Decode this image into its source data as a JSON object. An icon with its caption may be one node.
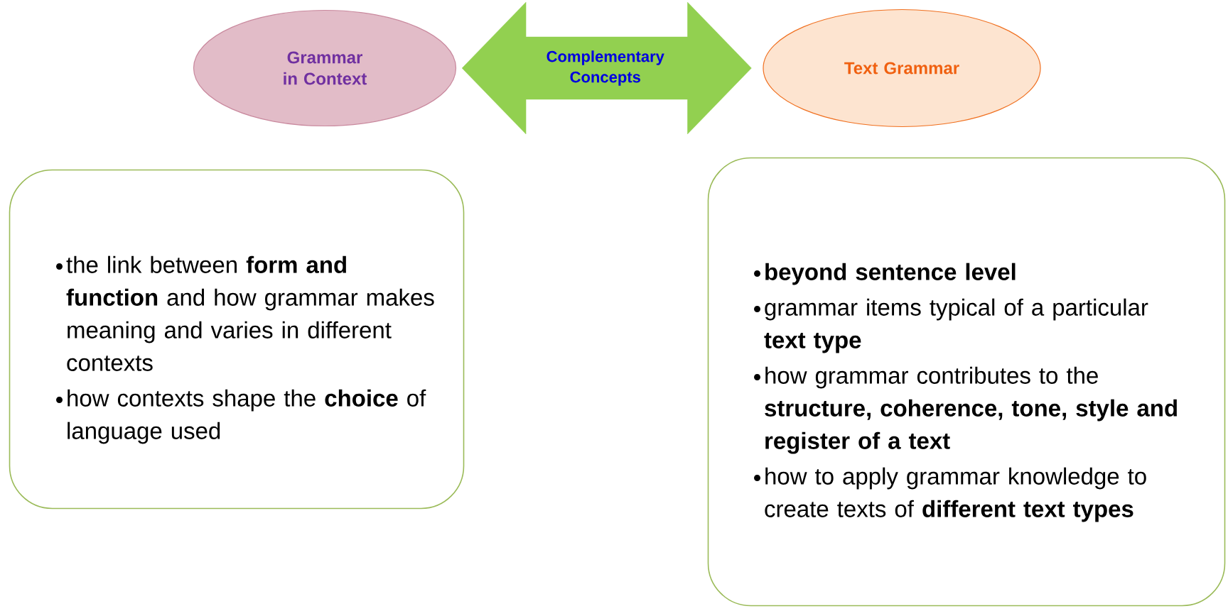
{
  "diagram": {
    "nodes": [
      {
        "text": [
          "Grammar in Context"
        ]
      },
      {
        "text": [
          "Text Grammar"
        ]
      },
      {
        "text": [
          "the link between **form and function** and how grammar makes meaning and varies in different contexts",
          "how contexts shape the **choice** of language used"
        ]
      },
      {
        "text": [
          "**beyond sentence level**",
          "grammar items typical of a particular **text type**",
          "how grammar contributes to the **structure, coherence, tone, style and register of a text**",
          "how to apply grammar knowledge to create texts of **different text types**"
        ]
      }
    ],
    "edges": [
      {
        "from": 0,
        "to": 1,
        "arrow": "both",
        "label": "Complementary Concepts"
      }
    ]
  }
}
